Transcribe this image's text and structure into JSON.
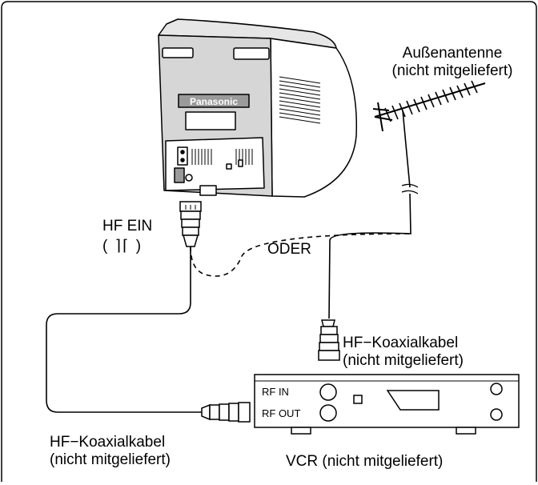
{
  "labels": {
    "antenna_line1": "Außenantenne",
    "antenna_line2": "(nicht mitgeliefert)",
    "hf_in": "HF EIN",
    "hf_in_symbol": "( ⌉⌈ )",
    "or": "ODER",
    "cable_top_line1": "HF−Koaxialkabel",
    "cable_top_line2": "(nicht mitgeliefert)",
    "cable_bottom_line1": "HF−Koaxialkabel",
    "cable_bottom_line2": "(nicht mitgeliefert)",
    "vcr": "VCR (nicht mitgeliefert)"
  },
  "tv": {
    "brand": "Panasonic"
  },
  "vcr_panel": {
    "rf_in": "RF IN",
    "rf_out": "RF OUT"
  },
  "colors": {
    "line": "#000000",
    "tv_shade": "#d6d6d6",
    "tv_dark": "#9a9a9a"
  }
}
